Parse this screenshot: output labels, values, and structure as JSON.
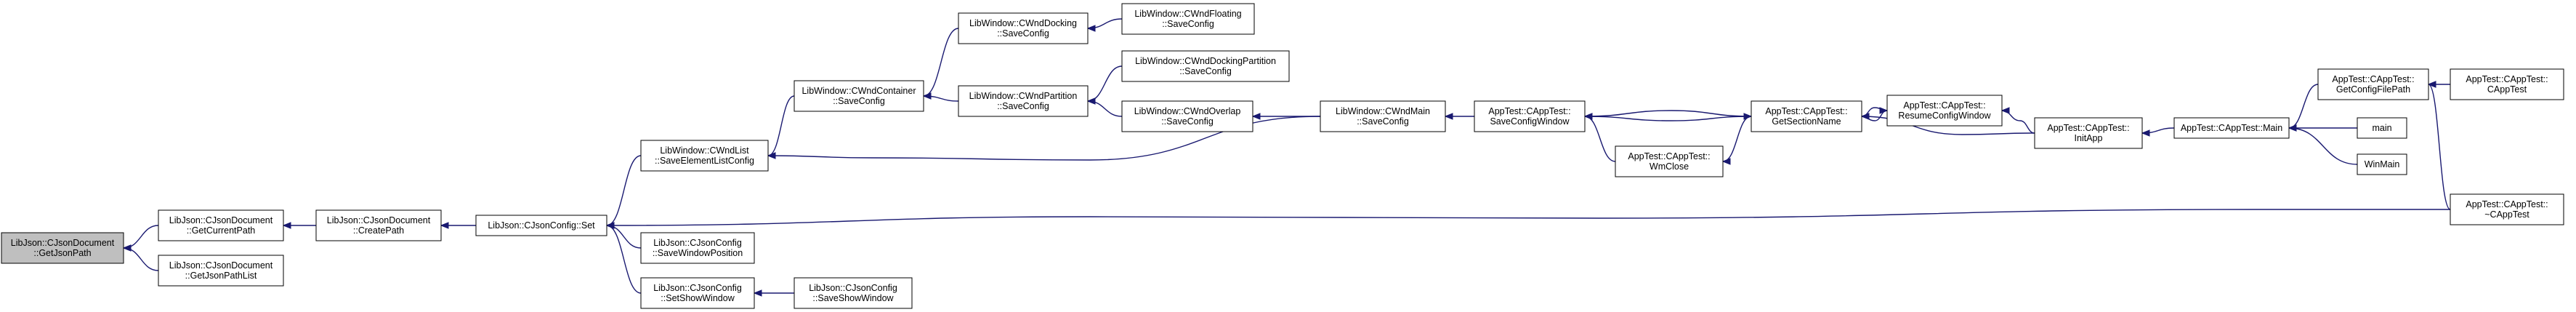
{
  "diagram": {
    "kind": "caller-graph",
    "colors": {
      "edge": "#191970",
      "node_border": "#000000",
      "root_fill": "#bfbfbf",
      "node_fill": "#ffffff"
    },
    "nodes": [
      {
        "id": "getjsonpath",
        "root": true,
        "lines": [
          "LibJson::CJsonDocument",
          "::GetJsonPath"
        ]
      },
      {
        "id": "getcurrentpath",
        "lines": [
          "LibJson::CJsonDocument",
          "::GetCurrentPath"
        ]
      },
      {
        "id": "getjsonpathlist",
        "lines": [
          "LibJson::CJsonDocument",
          "::GetJsonPathList"
        ]
      },
      {
        "id": "createpath",
        "lines": [
          "LibJson::CJsonDocument",
          "::CreatePath"
        ]
      },
      {
        "id": "jsonconfig-set",
        "lines": [
          "LibJson::CJsonConfig::Set"
        ]
      },
      {
        "id": "savewindowposition",
        "lines": [
          "LibJson::CJsonConfig",
          "::SaveWindowPosition"
        ]
      },
      {
        "id": "setshowwindow",
        "lines": [
          "LibJson::CJsonConfig",
          "::SetShowWindow"
        ]
      },
      {
        "id": "saveshowwindow",
        "lines": [
          "LibJson::CJsonConfig",
          "::SaveShowWindow"
        ]
      },
      {
        "id": "savelementlistconfig",
        "lines": [
          "LibWindow::CWndList",
          "::SaveElementListConfig"
        ]
      },
      {
        "id": "container-saveconfig",
        "lines": [
          "LibWindow::CWndContainer",
          "::SaveConfig"
        ]
      },
      {
        "id": "docking-saveconfig",
        "lines": [
          "LibWindow::CWndDocking",
          "::SaveConfig"
        ]
      },
      {
        "id": "floating-saveconfig",
        "lines": [
          "LibWindow::CWndFloating",
          "::SaveConfig"
        ]
      },
      {
        "id": "partition-saveconfig",
        "lines": [
          "LibWindow::CWndPartition",
          "::SaveConfig"
        ]
      },
      {
        "id": "dockingpartition-saveconfig",
        "lines": [
          "LibWindow::CWndDockingPartition",
          "::SaveConfig"
        ]
      },
      {
        "id": "overlap-saveconfig",
        "lines": [
          "LibWindow::CWndOverlap",
          "::SaveConfig"
        ]
      },
      {
        "id": "main-saveconfig",
        "lines": [
          "LibWindow::CWndMain",
          "::SaveConfig"
        ]
      },
      {
        "id": "saveconfigwindow",
        "lines": [
          "AppTest::CAppTest::",
          "SaveConfigWindow"
        ]
      },
      {
        "id": "wmclose",
        "lines": [
          "AppTest::CAppTest::",
          "WmClose"
        ]
      },
      {
        "id": "getsectionname",
        "lines": [
          "AppTest::CAppTest::",
          "GetSectionName"
        ]
      },
      {
        "id": "resumeconfigwindow",
        "lines": [
          "AppTest::CAppTest::",
          "ResumeConfigWindow"
        ]
      },
      {
        "id": "initapp",
        "lines": [
          "AppTest::CAppTest::",
          "InitApp"
        ]
      },
      {
        "id": "apptest-main",
        "lines": [
          "AppTest::CAppTest::Main"
        ]
      },
      {
        "id": "getconfigfilepath",
        "lines": [
          "AppTest::CAppTest::",
          "GetConfigFilePath"
        ]
      },
      {
        "id": "ctor",
        "lines": [
          "AppTest::CAppTest::",
          "CAppTest"
        ]
      },
      {
        "id": "main",
        "lines": [
          "main"
        ]
      },
      {
        "id": "winmain",
        "lines": [
          "WinMain"
        ]
      },
      {
        "id": "dtor",
        "lines": [
          "AppTest::CAppTest::",
          "~CAppTest"
        ]
      }
    ],
    "edges": [
      {
        "from": "getcurrentpath",
        "to": "getjsonpath"
      },
      {
        "from": "getjsonpathlist",
        "to": "getjsonpath"
      },
      {
        "from": "createpath",
        "to": "getcurrentpath"
      },
      {
        "from": "jsonconfig-set",
        "to": "createpath"
      },
      {
        "from": "savelementlistconfig",
        "to": "jsonconfig-set"
      },
      {
        "from": "savewindowposition",
        "to": "jsonconfig-set"
      },
      {
        "from": "setshowwindow",
        "to": "jsonconfig-set"
      },
      {
        "from": "dtor",
        "to": "jsonconfig-set"
      },
      {
        "from": "saveshowwindow",
        "to": "setshowwindow"
      },
      {
        "from": "container-saveconfig",
        "to": "savelementlistconfig"
      },
      {
        "from": "main-saveconfig",
        "to": "savelementlistconfig"
      },
      {
        "from": "docking-saveconfig",
        "to": "container-saveconfig"
      },
      {
        "from": "partition-saveconfig",
        "to": "container-saveconfig"
      },
      {
        "from": "floating-saveconfig",
        "to": "docking-saveconfig"
      },
      {
        "from": "dockingpartition-saveconfig",
        "to": "partition-saveconfig"
      },
      {
        "from": "overlap-saveconfig",
        "to": "partition-saveconfig"
      },
      {
        "from": "main-saveconfig",
        "to": "overlap-saveconfig"
      },
      {
        "from": "saveconfigwindow",
        "to": "main-saveconfig"
      },
      {
        "from": "getsectionname",
        "to": "saveconfigwindow"
      },
      {
        "from": "wmclose",
        "to": "saveconfigwindow"
      },
      {
        "from": "saveconfigwindow",
        "to": "getsectionname"
      },
      {
        "from": "getsectionname",
        "to": "wmclose"
      },
      {
        "from": "resumeconfigwindow",
        "to": "getsectionname"
      },
      {
        "from": "initapp",
        "to": "getsectionname"
      },
      {
        "from": "getsectionname",
        "to": "resumeconfigwindow"
      },
      {
        "from": "initapp",
        "to": "resumeconfigwindow"
      },
      {
        "from": "apptest-main",
        "to": "initapp"
      },
      {
        "from": "getconfigfilepath",
        "to": "apptest-main"
      },
      {
        "from": "main",
        "to": "apptest-main"
      },
      {
        "from": "winmain",
        "to": "apptest-main"
      },
      {
        "from": "ctor",
        "to": "getconfigfilepath"
      },
      {
        "from": "dtor",
        "to": "getconfigfilepath"
      }
    ]
  }
}
